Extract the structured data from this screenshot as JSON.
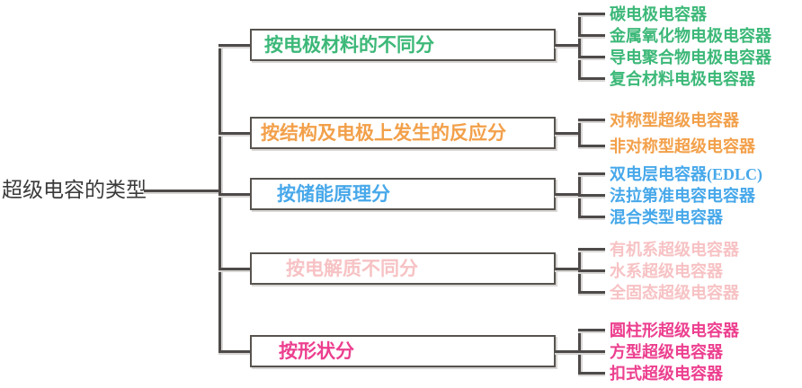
{
  "diagram": {
    "type": "tree-mindmap",
    "root": {
      "label": "超级电容的类型",
      "color": "#3a3a3a"
    },
    "line_color": "#4d4a49",
    "box_border_color": "#57534f",
    "branches": [
      {
        "id": "electrode-material",
        "label": "按电极材料的不同分",
        "color": "#3cb878",
        "leaves": [
          "碳电极电容器",
          "金属氧化物电极电容器",
          "导电聚合物电极电容器",
          "复合材料电极电容器"
        ]
      },
      {
        "id": "structure-reaction",
        "label": "按结构及电极上发生的反应分",
        "color": "#f2a04a",
        "leaves": [
          "对称型超级电容器",
          "非对称型超级电容器"
        ]
      },
      {
        "id": "energy-storage-principle",
        "label": "按储能原理分",
        "color": "#47a8ea",
        "leaves": [
          "双电层电容器(EDLC)",
          "法拉第准电容电容器",
          "混合类型电容器"
        ]
      },
      {
        "id": "electrolyte",
        "label": "按电解质不同分",
        "color": "#f7c2c4",
        "leaves": [
          "有机系超级电容器",
          "水系超级电容器",
          "全固态超级电容器"
        ]
      },
      {
        "id": "shape",
        "label": "按形状分",
        "color": "#ec3f8f",
        "leaves": [
          "圆柱形超级电容器",
          "方型超级电容器",
          "扣式超级电容器"
        ]
      }
    ]
  }
}
